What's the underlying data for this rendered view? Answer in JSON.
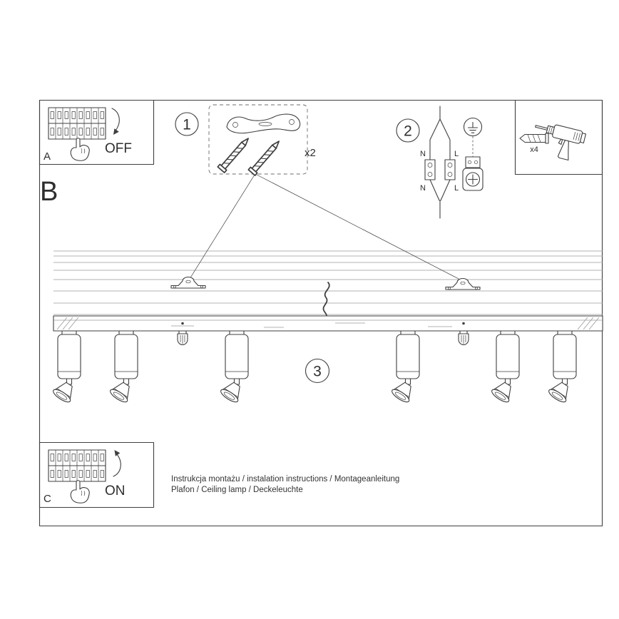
{
  "colors": {
    "ink": "#3f3f3f",
    "background": "#ffffff"
  },
  "panel_a": {
    "corner": "A",
    "state": "OFF"
  },
  "panel_c": {
    "corner": "C",
    "state": "ON"
  },
  "section_b": "B",
  "step1": {
    "num": "1",
    "qty": "x2"
  },
  "step2": {
    "num": "2",
    "n_top": "N",
    "l_top": "L",
    "n_bottom": "N",
    "l_bottom": "L"
  },
  "step3": {
    "num": "3"
  },
  "tools": {
    "qty": "x4"
  },
  "footer": {
    "line1": "Instrukcja montażu / instalation instructions / Montageanleitung",
    "line2": "Plafon / Ceiling lamp / Deckeleuchte"
  }
}
